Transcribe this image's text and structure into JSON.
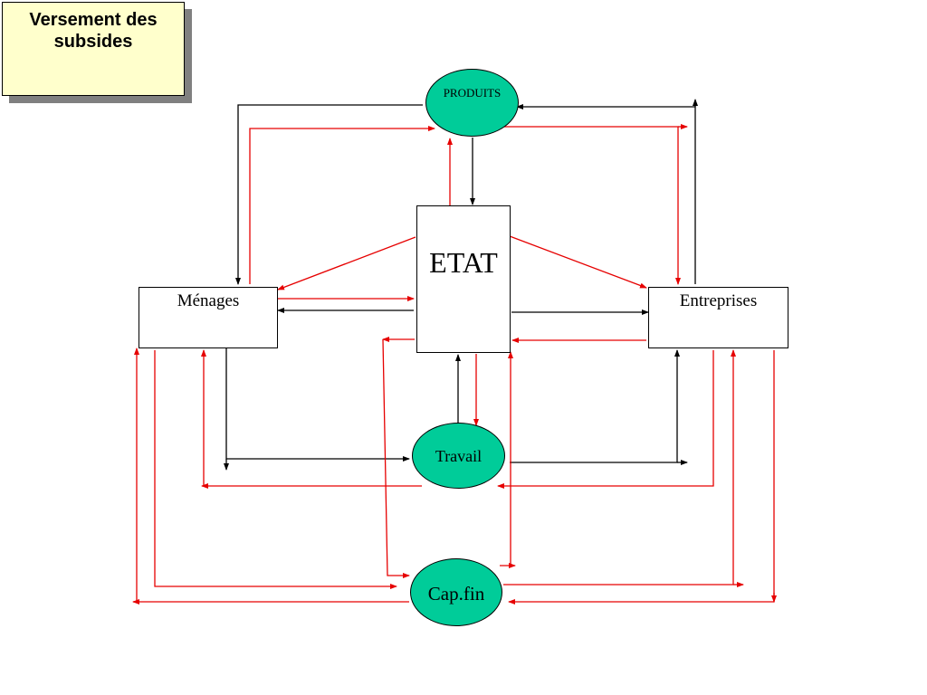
{
  "title": {
    "line1": "Versement des",
    "line2": "subsides"
  },
  "nodes": {
    "menages": "Ménages",
    "entreprises": "Entreprises",
    "etat": "ETAT",
    "produits": "PRODUITS",
    "travail": "Travail",
    "capfin": "Cap.fin"
  },
  "colors": {
    "flow_black": "#000000",
    "flow_red": "#e60000",
    "ellipse_fill": "#00cc99",
    "title_fill": "#ffffcc"
  }
}
